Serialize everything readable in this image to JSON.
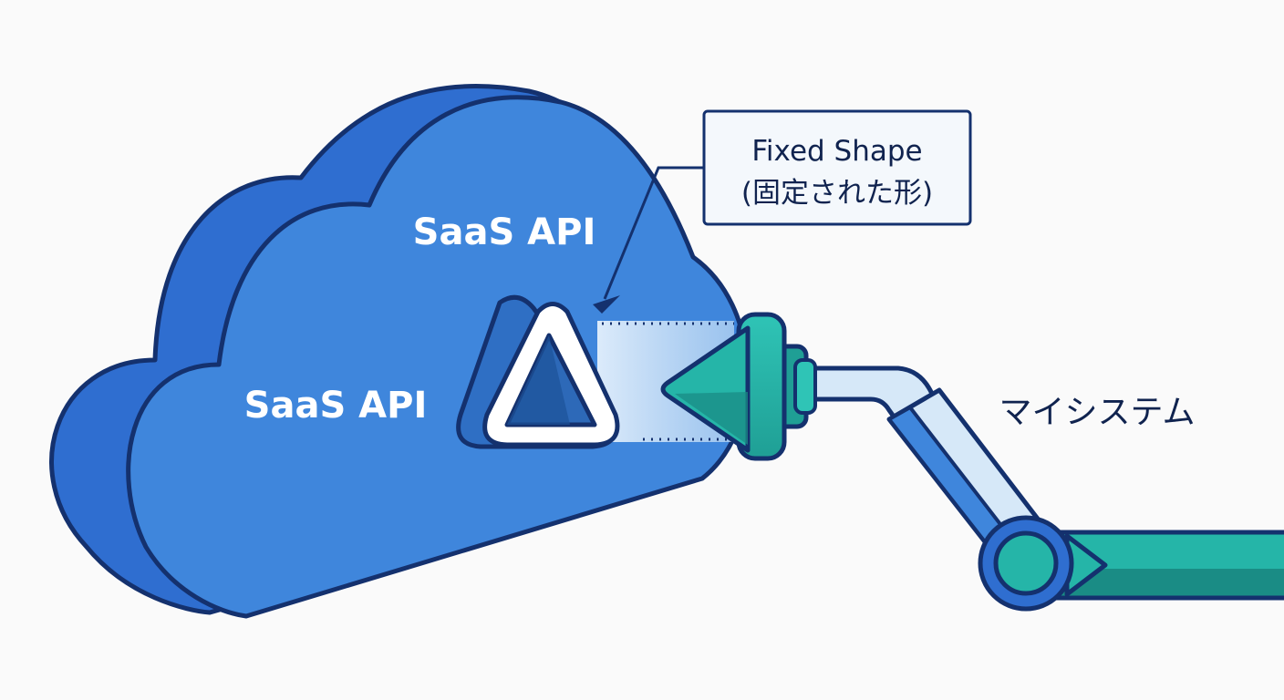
{
  "cloud": {
    "title_top": "SaaS API",
    "title_bottom": "SaaS API"
  },
  "callout": {
    "line1": "Fixed Shape",
    "line2": "(固定された形)"
  },
  "system": {
    "label": "マイシステム"
  },
  "colors": {
    "background": "#fafafa",
    "cloud_front": "#3f86dc",
    "cloud_back": "#2f6ed0",
    "outline": "#14316e",
    "connector_teal": "#25b5a8",
    "connector_dark_teal": "#1a8c85",
    "pipe_light": "#d6e8f8",
    "shape_blue": "#2f6fc4",
    "callout_bg": "#f4f8fc"
  },
  "icons": {
    "api_shape": "triangle-icon",
    "connector": "plug-icon",
    "joint": "circle-joint-icon"
  }
}
